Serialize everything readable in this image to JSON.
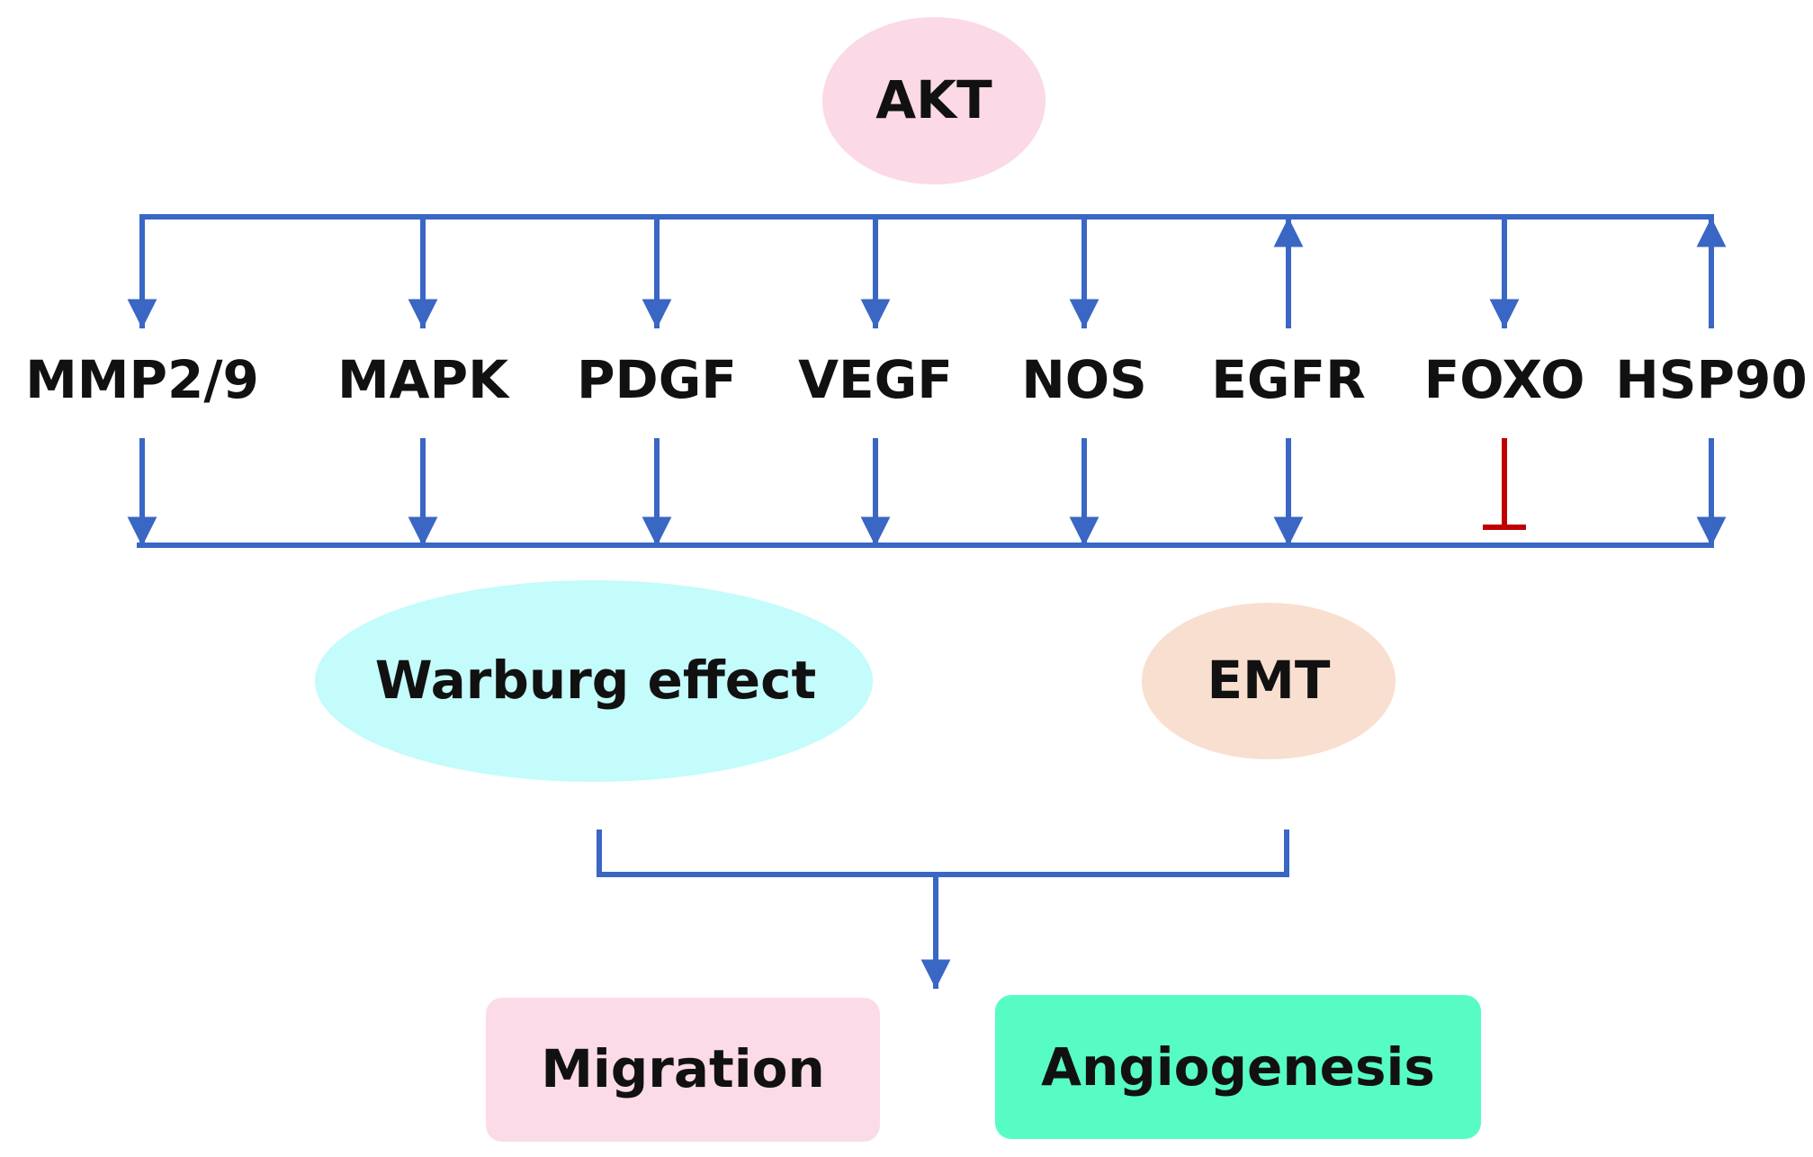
{
  "colors": {
    "connector": "#3a66c4",
    "inhibition": "#c00000",
    "akt_fill": "#fbd9e6",
    "warburg_fill": "#c4fbfb",
    "emt_fill": "#f8dfcf",
    "migration_fill": "#fcdbe8",
    "angiogenesis_fill": "#57fcc4"
  },
  "nodes": {
    "akt": "AKT",
    "warburg": "Warburg effect",
    "emt": "EMT",
    "migration": "Migration",
    "angiogenesis": "Angiogenesis"
  },
  "targets": [
    {
      "label": "MMP2/9",
      "upper": "down",
      "lower": "down"
    },
    {
      "label": "MAPK",
      "upper": "down",
      "lower": "down"
    },
    {
      "label": "PDGF",
      "upper": "down",
      "lower": "down"
    },
    {
      "label": "VEGF",
      "upper": "down",
      "lower": "down"
    },
    {
      "label": "NOS",
      "upper": "down",
      "lower": "down"
    },
    {
      "label": "EGFR",
      "upper": "up",
      "lower": "down"
    },
    {
      "label": "FOXO",
      "upper": "down",
      "lower": "inhibit"
    },
    {
      "label": "HSP90",
      "upper": "up",
      "lower": "down"
    }
  ]
}
